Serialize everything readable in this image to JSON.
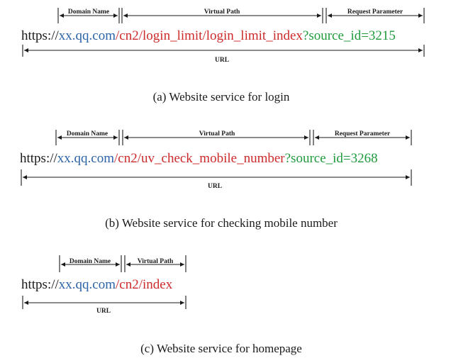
{
  "colors": {
    "scheme": "#1a1a1a",
    "domain": "#2b63a8",
    "path": "#cc2a2a",
    "param": "#1f9b3c"
  },
  "panels": [
    {
      "caption": "(a)  Website service for login",
      "url": {
        "scheme": "https://",
        "domain": "xx.qq.com",
        "path": "/cn2/login_limit/login_limit_index",
        "param": "?source_id=3215"
      },
      "labels": {
        "domain": "Domain Name",
        "path": "Virtual Path",
        "param": "Request Parameter",
        "url": "URL"
      }
    },
    {
      "caption": "(b)  Website service for checking mobile number",
      "url": {
        "scheme": "https://",
        "domain": "xx.qq.com",
        "path": "/cn2/uv_check_mobile_number",
        "param": "?source_id=3268"
      },
      "labels": {
        "domain": "Domain Name",
        "path": "Virtual Path",
        "param": "Request Parameter",
        "url": "URL"
      }
    },
    {
      "caption": "(c)  Website service for homepage",
      "url": {
        "scheme": "https://",
        "domain": "xx.qq.com",
        "path": "/cn2/index",
        "param": ""
      },
      "labels": {
        "domain": "Domain Name",
        "path": "Virtual Path",
        "param": "",
        "url": "URL"
      }
    }
  ]
}
